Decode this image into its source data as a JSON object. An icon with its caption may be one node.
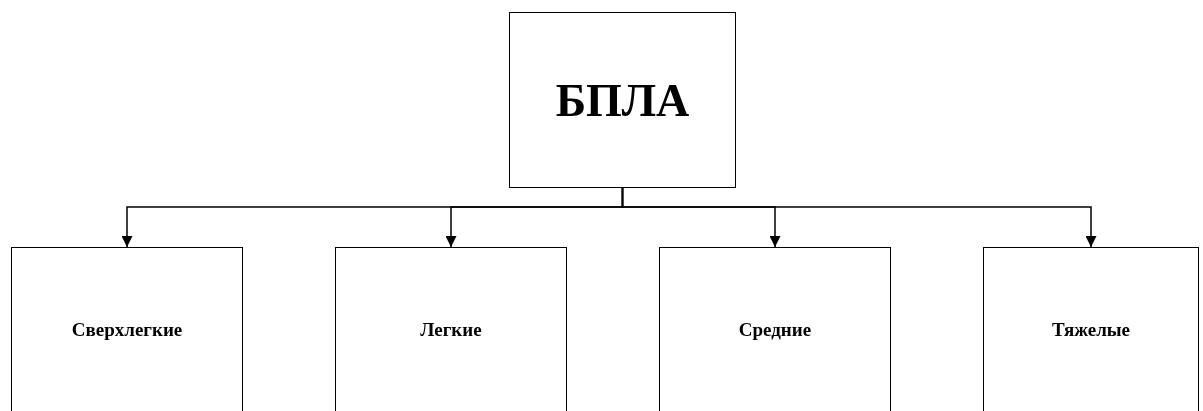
{
  "diagram": {
    "nodes": [
      {
        "text": [
          "БПЛА"
        ]
      },
      {
        "text": [
          "Сверхлегкие"
        ]
      },
      {
        "text": [
          "Легкие"
        ]
      },
      {
        "text": [
          "Средние"
        ]
      },
      {
        "text": [
          "Тяжелые"
        ]
      }
    ],
    "edges": [
      {
        "from": 0,
        "to": 1,
        "arrow": "to"
      },
      {
        "from": 0,
        "to": 2,
        "arrow": "to"
      },
      {
        "from": 0,
        "to": 3,
        "arrow": "to"
      },
      {
        "from": 0,
        "to": 4,
        "arrow": "to"
      }
    ]
  }
}
